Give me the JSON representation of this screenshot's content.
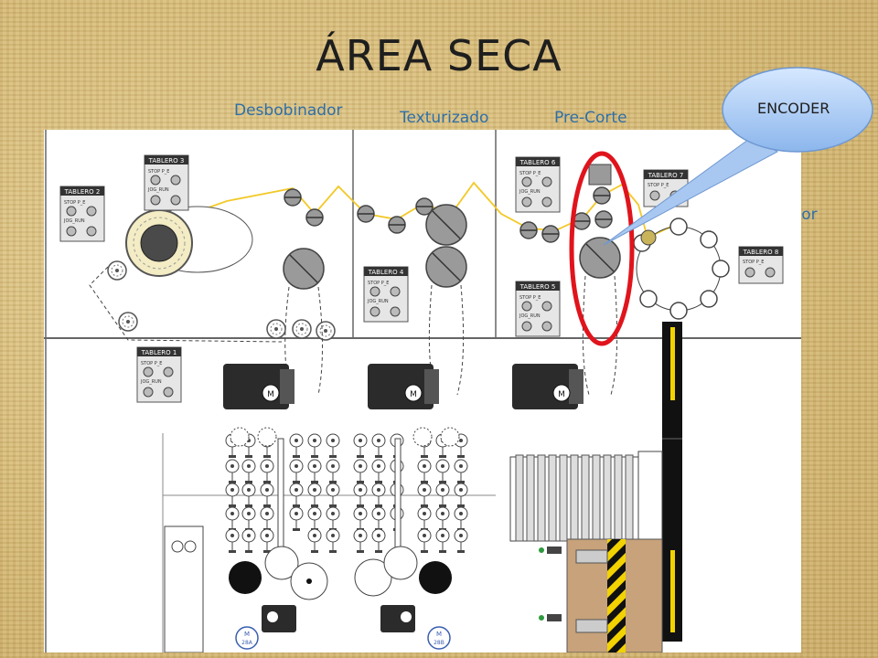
{
  "title": "ÁREA SECA",
  "labels": {
    "desbobinador": "Desbobinador",
    "texturizado": "Texturizado",
    "precorte": "Pre-Corte",
    "rebobinador": "Rebobinador",
    "encoder": "ENCODER"
  },
  "panels": [
    {
      "name": "TABLERO 1"
    },
    {
      "name": "TABLERO 2"
    },
    {
      "name": "TABLERO 3"
    },
    {
      "name": "TABLERO 4"
    },
    {
      "name": "TABLERO 5"
    },
    {
      "name": "TABLERO 6"
    },
    {
      "name": "TABLERO 7"
    },
    {
      "name": "TABLERO 8"
    }
  ],
  "panel_text": {
    "row1": "STOP  P_E",
    "row2": "JOG_RUN"
  },
  "motor_labels": {
    "m": "M",
    "m28a": "28A",
    "m28b": "28B"
  },
  "colors": {
    "accent": "#2e6fa8",
    "highlight": "#e0141c",
    "hazard": "#f2d200"
  }
}
